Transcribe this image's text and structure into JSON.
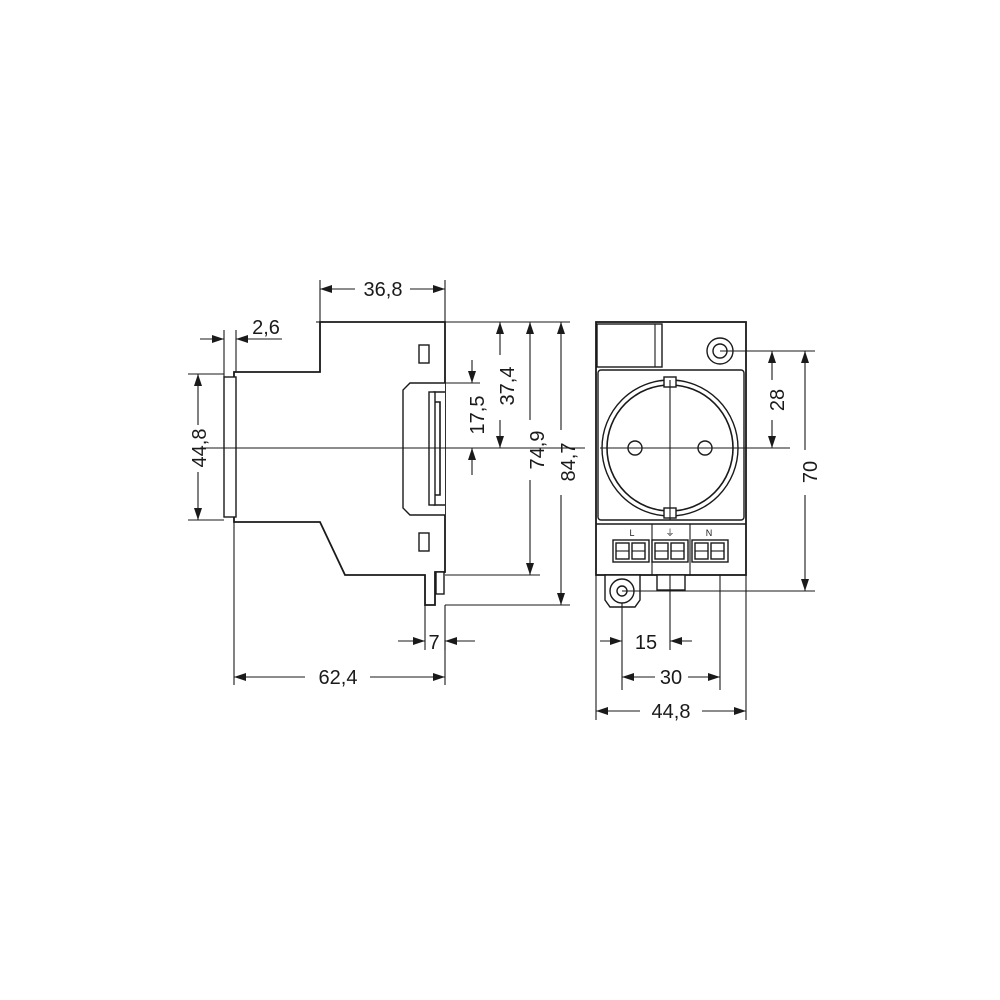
{
  "side_view": {
    "dim_depth_top": "36,8",
    "dim_rail_offset": "2,6",
    "dim_front_height": "44,8",
    "dim_rail_half": "17,5",
    "dim_top_to_center": "37,4",
    "dim_height_mid": "74,9",
    "dim_height_total": "84,7",
    "dim_clip": "7",
    "dim_depth_total": "62,4"
  },
  "front_view": {
    "dim_hole_to_center": "28",
    "dim_hole_spacing_v": "70",
    "dim_terminal_pitch": "15",
    "dim_hole_spacing_h": "30",
    "dim_width": "44,8",
    "terminal_labels": [
      "L",
      "⏚",
      "N"
    ]
  }
}
